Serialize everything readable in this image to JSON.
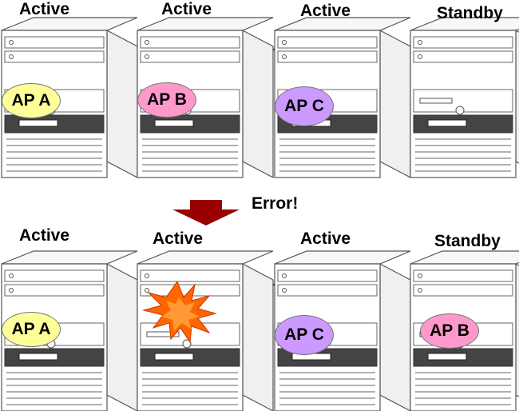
{
  "top": {
    "servers": [
      {
        "status": "Active",
        "app": "AP A",
        "app_color": "#ffff99"
      },
      {
        "status": "Active",
        "app": "AP B",
        "app_color": "#ff99cc"
      },
      {
        "status": "Active",
        "app": "AP C",
        "app_color": "#cc99ff"
      },
      {
        "status": "Standby",
        "app": "",
        "app_color": ""
      }
    ]
  },
  "transition": {
    "label": "Error!",
    "arrow_color": "#990000"
  },
  "bottom": {
    "servers": [
      {
        "status": "Active",
        "app": "AP A",
        "app_color": "#ffff99"
      },
      {
        "status": "Active",
        "app": "",
        "failed": true
      },
      {
        "status": "Active",
        "app": "AP C",
        "app_color": "#cc99ff"
      },
      {
        "status": "Standby",
        "app": "AP B",
        "app_color": "#ff99cc"
      }
    ]
  },
  "colors": {
    "explosion_outer": "#ff6600",
    "explosion_inner": "#ff9933",
    "server_body": "#ffffff",
    "server_outline": "#555555"
  }
}
